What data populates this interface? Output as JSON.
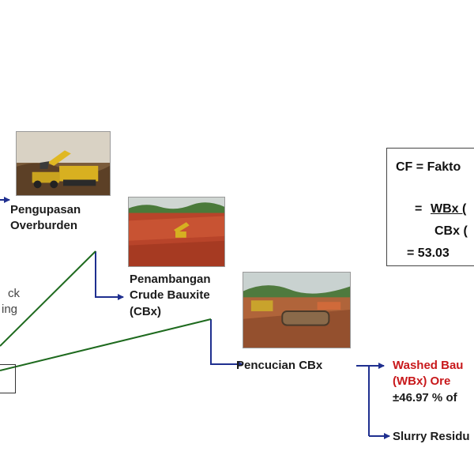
{
  "steps": {
    "overburden": {
      "line1": "Pengupasan",
      "line2": "Overburden"
    },
    "mining": {
      "line1": "Penambangan",
      "line2": "Crude Bauxite",
      "line3": "(CBx)"
    },
    "washing": {
      "label": "Pencucian CBx"
    }
  },
  "left_partial": {
    "line1": "ck",
    "line2": "ing"
  },
  "cf_box": {
    "title": "CF = Fakto",
    "numerator": "WBx (",
    "equals": "=",
    "denominator": "CBx (",
    "result": "= 53.03"
  },
  "outputs": {
    "washed_line1": "Washed Bau",
    "washed_line2": "(WBx) Ore",
    "washed_pct": "±46.97 % of",
    "slurry": "Slurry Residu"
  },
  "colors": {
    "arrow": "#1f2f8f",
    "green_line": "#1e6a1e",
    "red_text": "#c8181b"
  }
}
